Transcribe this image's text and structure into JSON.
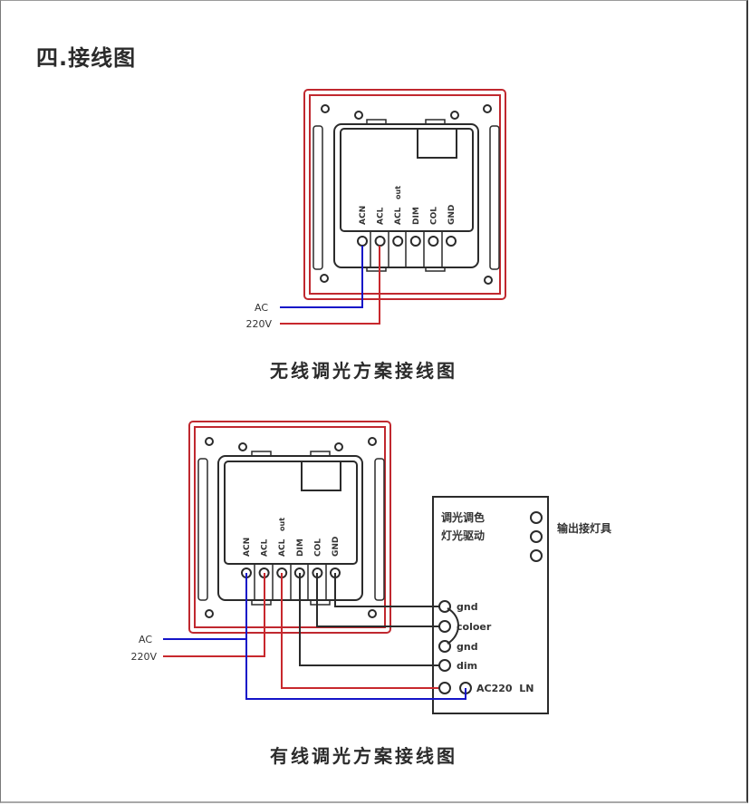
{
  "section_title": "四.接线图",
  "diagram_wireless": {
    "caption": "无线调光方案接线图",
    "terminals": [
      "ACN",
      "ACL",
      "ACL",
      "DIM",
      "COL",
      "GND"
    ],
    "terminal_out_label": "out",
    "input_labels": {
      "ac": "AC",
      "voltage": "220V"
    }
  },
  "diagram_wired": {
    "caption": "有线调光方案接线图",
    "terminals": [
      "ACN",
      "ACL",
      "ACL",
      "DIM",
      "COL",
      "GND"
    ],
    "terminal_out_label": "out",
    "input_labels": {
      "ac": "AC",
      "voltage": "220V"
    },
    "driver": {
      "title_line1": "调光调色",
      "title_line2": "灯光驱动",
      "output_label": "输出接灯具",
      "pins": [
        "gnd",
        "coloer",
        "gnd",
        "dim"
      ],
      "power_label": "AC220  LN"
    }
  },
  "colors": {
    "panel_red": "#c0282f",
    "wire_blue": "#1414c8",
    "wire_red": "#c8282d",
    "wire_black": "#2b2b2b",
    "outline": "#2b2b2b"
  }
}
